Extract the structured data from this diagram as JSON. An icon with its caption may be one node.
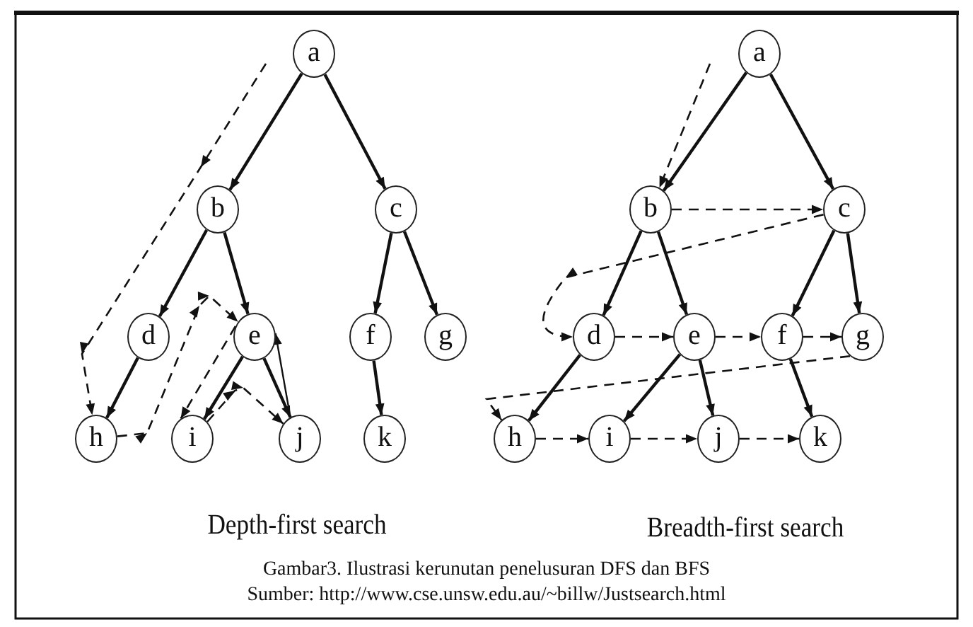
{
  "diagram": {
    "caption": "Gambar3. Ilustrasi kerunutan penelusuran DFS dan BFS",
    "nodes": [
      {
        "text": [
          "a"
        ]
      },
      {
        "text": [
          "b"
        ]
      },
      {
        "text": [
          "c"
        ]
      },
      {
        "text": [
          "d"
        ]
      },
      {
        "text": [
          "e"
        ]
      },
      {
        "text": [
          "f"
        ]
      },
      {
        "text": [
          "g"
        ]
      },
      {
        "text": [
          "h"
        ]
      },
      {
        "text": [
          "i"
        ]
      },
      {
        "text": [
          "j"
        ]
      },
      {
        "text": [
          "k"
        ]
      },
      {
        "text": [
          "a"
        ]
      },
      {
        "text": [
          "b"
        ]
      },
      {
        "text": [
          "c"
        ]
      },
      {
        "text": [
          "d"
        ]
      },
      {
        "text": [
          "e"
        ]
      },
      {
        "text": [
          "f"
        ]
      },
      {
        "text": [
          "g"
        ]
      },
      {
        "text": [
          "h"
        ]
      },
      {
        "text": [
          "i"
        ]
      },
      {
        "text": [
          "j"
        ]
      },
      {
        "text": [
          "k"
        ]
      }
    ],
    "edges": [
      {
        "from": 0,
        "to": 1,
        "arrow": "to"
      },
      {
        "from": 0,
        "to": 2,
        "arrow": "to"
      },
      {
        "from": 1,
        "to": 3,
        "arrow": "to"
      },
      {
        "from": 1,
        "to": 4,
        "arrow": "to"
      },
      {
        "from": 2,
        "to": 5,
        "arrow": "to"
      },
      {
        "from": 2,
        "to": 6,
        "arrow": "to"
      },
      {
        "from": 3,
        "to": 7,
        "arrow": "to"
      },
      {
        "from": 4,
        "to": 8,
        "arrow": "to"
      },
      {
        "from": 4,
        "to": 9,
        "arrow": "to"
      },
      {
        "from": 5,
        "to": 10,
        "arrow": "to"
      },
      {
        "from": null,
        "to": 7,
        "arrow": "to",
        "style": "dashed"
      },
      {
        "from": 7,
        "to": 4,
        "arrow": "to",
        "style": "dashed"
      },
      {
        "from": 4,
        "to": 8,
        "arrow": "to",
        "style": "dashed"
      },
      {
        "from": 8,
        "to": 9,
        "arrow": "to",
        "style": "dashed"
      },
      {
        "from": 9,
        "to": 4,
        "arrow": "to"
      },
      {
        "from": 11,
        "to": 12,
        "arrow": "to"
      },
      {
        "from": 11,
        "to": 13,
        "arrow": "to"
      },
      {
        "from": 12,
        "to": 14,
        "arrow": "to"
      },
      {
        "from": 12,
        "to": 15,
        "arrow": "to"
      },
      {
        "from": 13,
        "to": 16,
        "arrow": "to"
      },
      {
        "from": 13,
        "to": 17,
        "arrow": "to"
      },
      {
        "from": 14,
        "to": 18,
        "arrow": "to"
      },
      {
        "from": 15,
        "to": 19,
        "arrow": "to"
      },
      {
        "from": 15,
        "to": 20,
        "arrow": "to"
      },
      {
        "from": 16,
        "to": 21,
        "arrow": "to"
      },
      {
        "from": null,
        "to": 12,
        "arrow": "to",
        "style": "dashed"
      },
      {
        "from": 12,
        "to": 13,
        "arrow": "to",
        "style": "dashed"
      },
      {
        "from": 13,
        "to": 14,
        "arrow": "to",
        "style": "dashed"
      },
      {
        "from": 14,
        "to": 15,
        "arrow": "to",
        "style": "dashed"
      },
      {
        "from": 15,
        "to": 16,
        "arrow": "to",
        "style": "dashed"
      },
      {
        "from": 16,
        "to": 17,
        "arrow": "to",
        "style": "dashed"
      },
      {
        "from": 17,
        "to": 18,
        "arrow": "to",
        "style": "dashed"
      },
      {
        "from": 18,
        "to": 19,
        "arrow": "to",
        "style": "dashed"
      },
      {
        "from": 19,
        "to": 20,
        "arrow": "to",
        "style": "dashed"
      },
      {
        "from": 20,
        "to": 21,
        "arrow": "to",
        "style": "dashed"
      }
    ],
    "labels": [
      "Depth-first search",
      "Breadth-first search",
      "Sumber: http://www.cse.unsw.edu.au/~billw/Justsearch.html"
    ]
  }
}
